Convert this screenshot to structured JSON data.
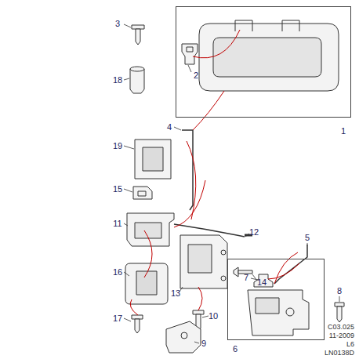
{
  "diagram": {
    "nodes": [
      {
        "text": [
          "1"
        ]
      },
      {
        "text": [
          "6"
        ]
      }
    ],
    "labels": [
      "3",
      "2",
      "18",
      "4",
      "19",
      "15",
      "11",
      "12",
      "5",
      "14",
      "13",
      "7",
      "16",
      "17",
      "10",
      "9",
      "8",
      "C03.025",
      "11-2009",
      "L6",
      "LN0138D"
    ]
  }
}
